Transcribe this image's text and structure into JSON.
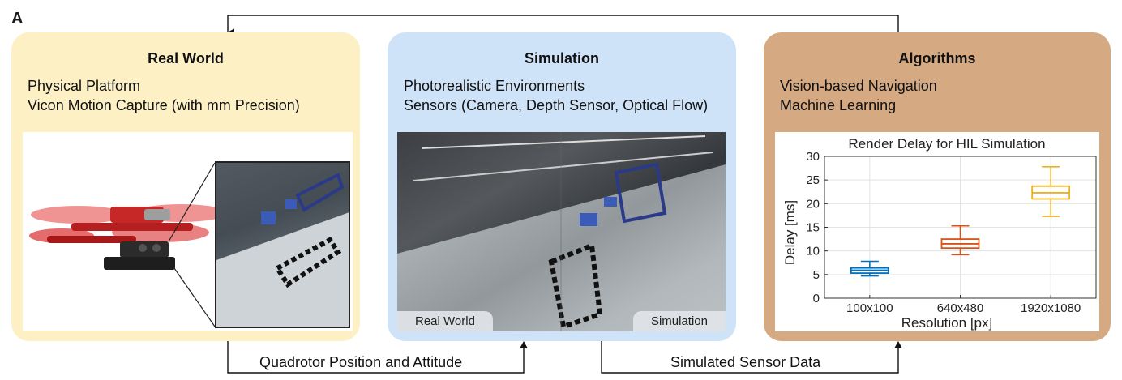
{
  "panel_letter": "A",
  "panels": {
    "real_world": {
      "title": "Real World",
      "line1": "Physical Platform",
      "line2": "Vicon Motion Capture (with mm Precision)"
    },
    "simulation": {
      "title": "Simulation",
      "line1": "Photorealistic Environments",
      "line2": "Sensors (Camera, Depth Sensor, Optical Flow)",
      "tag_left": "Real World",
      "tag_right": "Simulation"
    },
    "algorithms": {
      "title": "Algorithms",
      "line1": "Vision-based Navigation",
      "line2": "Machine Learning"
    }
  },
  "flows": {
    "left_label": "Quadrotor Position and Attitude",
    "right_label": "Simulated Sensor Data"
  },
  "colors": {
    "real_world_bg": "#fcf0c4",
    "simulation_bg": "#cfe3f8",
    "algorithms_bg": "#d5a982"
  },
  "chart_data": {
    "type": "box",
    "title": "Render Delay for HIL Simulation",
    "xlabel": "Resolution [px]",
    "ylabel": "Delay [ms]",
    "ylim": [
      0,
      30
    ],
    "yticks": [
      0,
      5,
      10,
      15,
      20,
      25,
      30
    ],
    "grid": true,
    "categories": [
      "100x100",
      "640x480",
      "1920x1080"
    ],
    "boxes": [
      {
        "min": 4.7,
        "q1": 5.3,
        "median": 5.9,
        "q3": 6.4,
        "max": 7.8,
        "color": "#0072bd"
      },
      {
        "min": 9.2,
        "q1": 10.6,
        "median": 11.5,
        "q3": 12.5,
        "max": 15.3,
        "color": "#d95319"
      },
      {
        "min": 17.3,
        "q1": 21.0,
        "median": 22.3,
        "q3": 23.7,
        "max": 27.8,
        "color": "#edb120"
      }
    ]
  }
}
